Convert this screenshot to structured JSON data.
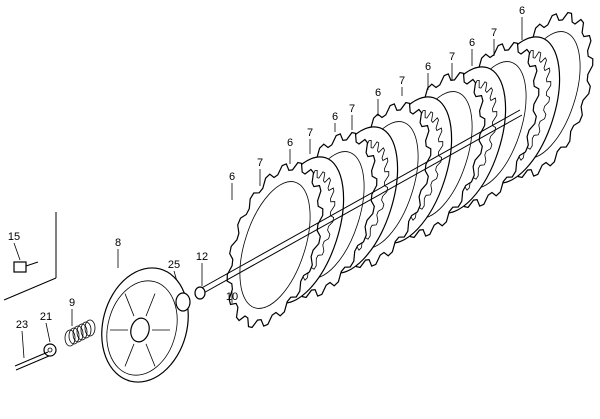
{
  "labels": {
    "friction_disc": "6",
    "clutch_plate": "7",
    "pressure_plate": "8",
    "spring": "9",
    "lifter_rod": "10",
    "bearing": "12",
    "bolt_15": "15",
    "washer": "21",
    "bolt_23": "23",
    "item_25": "25"
  }
}
